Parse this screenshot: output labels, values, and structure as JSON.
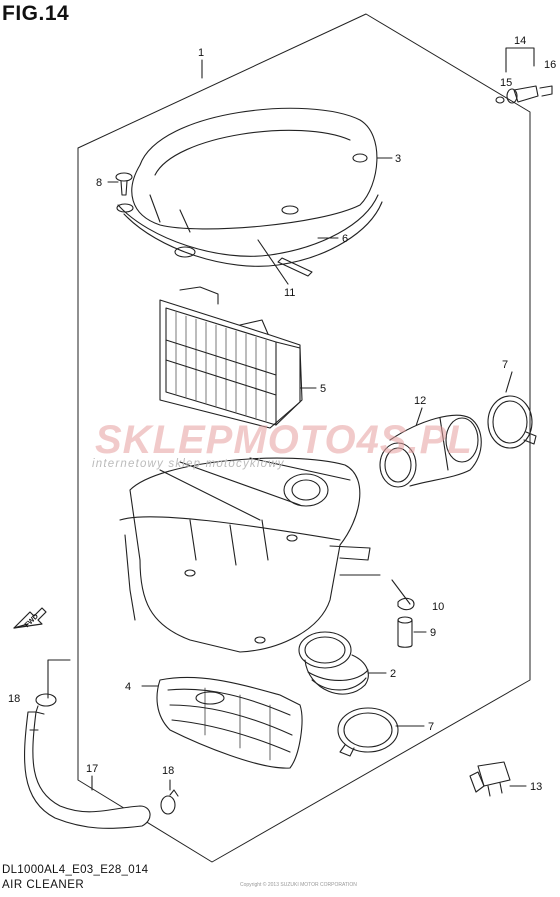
{
  "figure": {
    "title": "FIG.14",
    "code": "DL1000AL4_E03_E28_014",
    "caption": "AIR CLEANER",
    "fwd_label": "FWD",
    "watermark_main": "SKLEPMOTO4S.PL",
    "watermark_sub": "internetowy sklep motocyklowy",
    "tiny_print": "Copyright © 2013 SUZUKI MOTOR CORPORATION"
  },
  "callouts": [
    {
      "id": "c1",
      "label": "1"
    },
    {
      "id": "c2",
      "label": "2"
    },
    {
      "id": "c3",
      "label": "3"
    },
    {
      "id": "c4",
      "label": "4"
    },
    {
      "id": "c5",
      "label": "5"
    },
    {
      "id": "c6",
      "label": "6"
    },
    {
      "id": "c7a",
      "label": "7"
    },
    {
      "id": "c7b",
      "label": "7"
    },
    {
      "id": "c8",
      "label": "8"
    },
    {
      "id": "c9",
      "label": "9"
    },
    {
      "id": "c10",
      "label": "10"
    },
    {
      "id": "c11",
      "label": "11"
    },
    {
      "id": "c12",
      "label": "12"
    },
    {
      "id": "c13",
      "label": "13"
    },
    {
      "id": "c14",
      "label": "14"
    },
    {
      "id": "c15",
      "label": "15"
    },
    {
      "id": "c16",
      "label": "16"
    },
    {
      "id": "c17",
      "label": "17"
    },
    {
      "id": "c18a",
      "label": "18"
    },
    {
      "id": "c18b",
      "label": "18"
    }
  ],
  "colors": {
    "line": "#222222",
    "watermark": "#e6a0a0"
  }
}
